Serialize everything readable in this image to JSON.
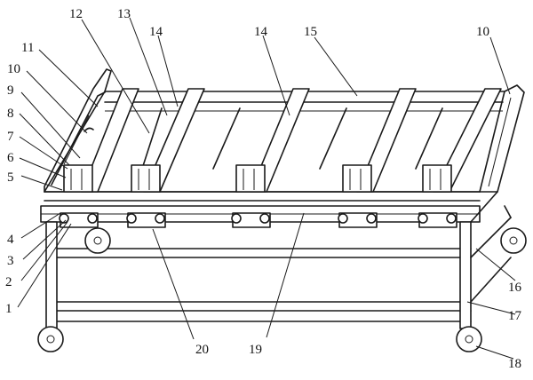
{
  "figure": {
    "labels": {
      "l1": "1",
      "l2": "2",
      "l3": "3",
      "l4": "4",
      "l5": "5",
      "l6": "6",
      "l7": "7",
      "l8": "8",
      "l9": "9",
      "l10a": "10",
      "l10b": "10",
      "l11": "11",
      "l12": "12",
      "l13": "13",
      "l14a": "14",
      "l14b": "14",
      "l15": "15",
      "l16": "16",
      "l17": "17",
      "l18": "18",
      "l19": "19",
      "l20": "20"
    }
  }
}
